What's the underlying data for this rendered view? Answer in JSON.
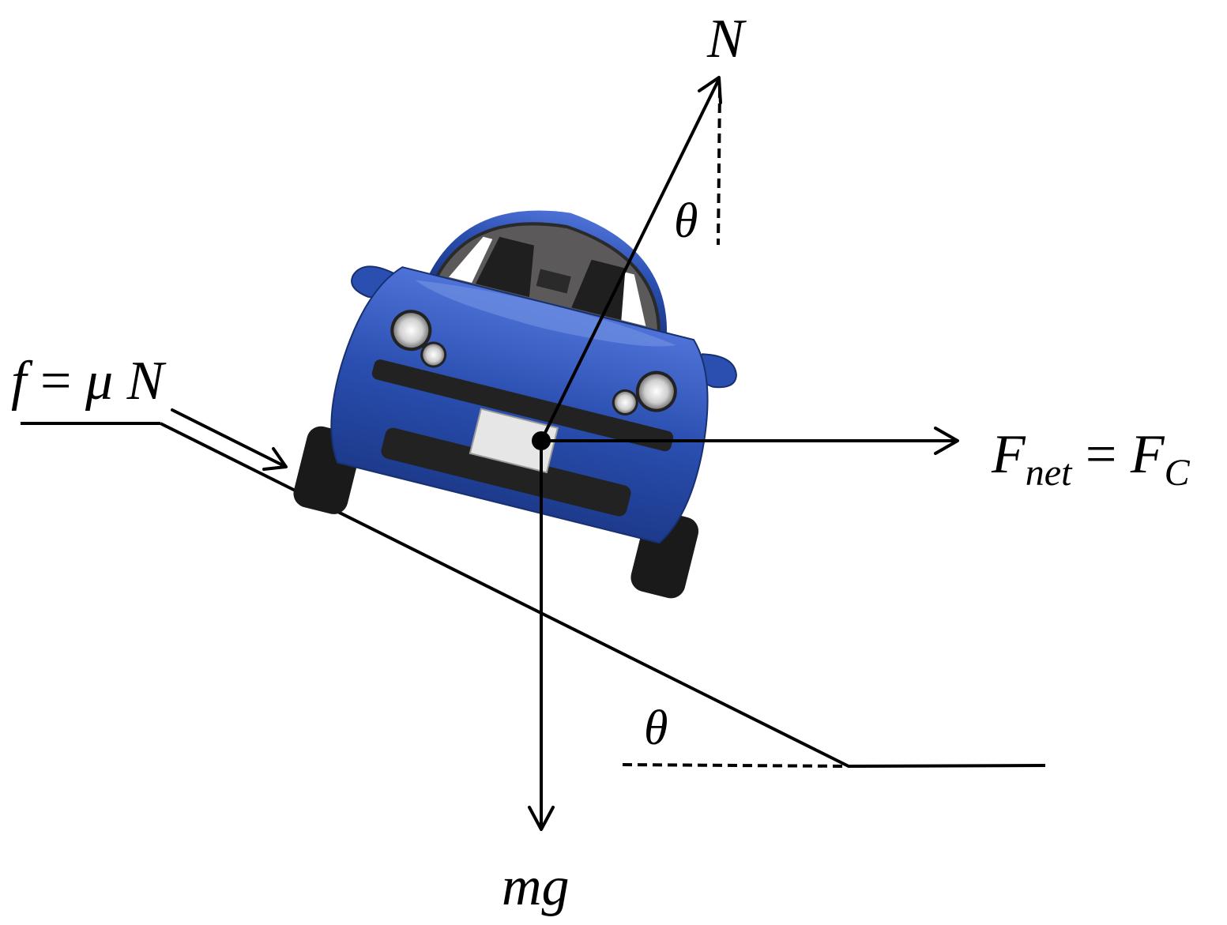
{
  "labels": {
    "normal": "N",
    "theta_top": "θ",
    "theta_bottom": "θ",
    "friction": {
      "f": "f",
      "eq": " = ",
      "mu": "μ",
      "n": " N"
    },
    "net": {
      "f1": "F",
      "sub1": "net",
      "eq": " = ",
      "f2": "F",
      "sub2": "C"
    },
    "weight": "mg"
  },
  "colors": {
    "car_body": "#2a4fb0",
    "car_dark": "#1d3a8c",
    "car_highlight": "#6d8fe0",
    "glass": "#5b5959",
    "trim": "#222222",
    "tire": "#1a1a1a",
    "lines": "#000000"
  },
  "icons": {
    "vehicle": "car-front-view"
  }
}
